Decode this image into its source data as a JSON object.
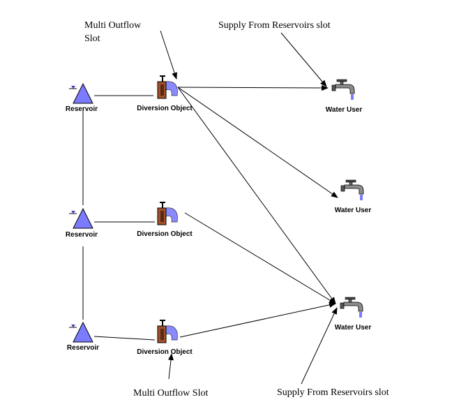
{
  "nodes": {
    "reservoir_label": "Reservoir",
    "diversion_label": "Diversion Object",
    "water_user_label": "Water User"
  },
  "callouts": {
    "top_multi_outflow_line1": "Multi Outflow",
    "top_multi_outflow_line2": "Slot",
    "top_supply": "Supply From Reservoirs slot",
    "bottom_multi_outflow": "Multi Outflow Slot",
    "bottom_supply": "Supply From Reservoirs slot"
  },
  "colors": {
    "reservoir_fill": "#7b7bff",
    "diversion_fill": "#a0522d",
    "diversion_water": "#8a8aff",
    "faucet_body": "#8c8c8c",
    "faucet_water": "#7b7bff"
  },
  "icons": [
    "reservoir-icon",
    "diversion-icon",
    "water-user-icon"
  ]
}
